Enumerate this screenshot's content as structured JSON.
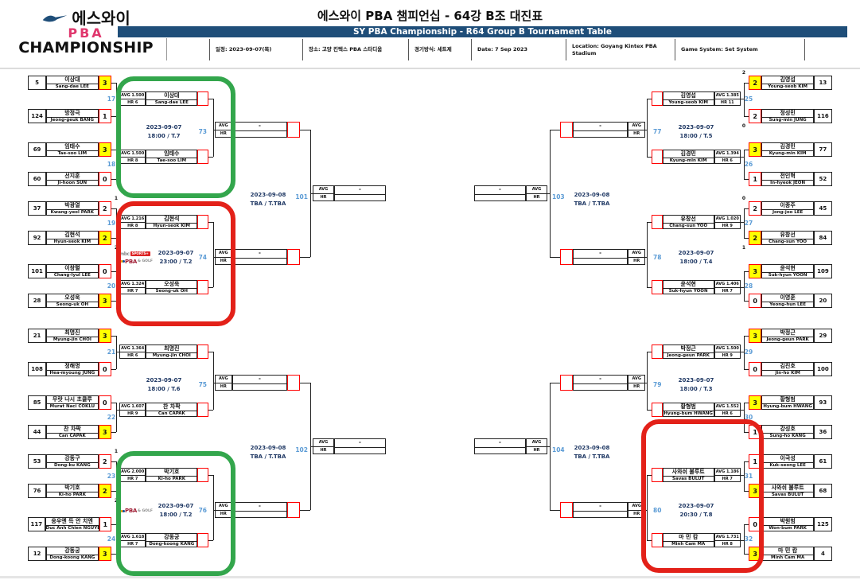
{
  "header": {
    "logo": {
      "line1": "에스와이",
      "line2": "PBA",
      "line3": "CHAMPIONSHIP"
    },
    "title": "에스와이 PBA 챔피언십 - 64강 B조 대진표",
    "subtitle": "SY PBA Championship - R64 Group B Tournament Table",
    "info": [
      "일정: 2023-09-07(목)",
      "장소: 고양 킨텍스 PBA 스타디움",
      "경기방식: 세트제",
      "Date: 7 Sep 2023",
      "Location: Goyang Kintex PBA Stadium",
      "Game System: Set System"
    ]
  },
  "labels": {
    "avg": "AVG",
    "hr": "HR",
    "empty": "-"
  },
  "colors": {
    "header_bar": "#1F4E79",
    "match_number_blue": "#5B9BD5",
    "winner_fill_yellow": "#FFFF00",
    "box_border_red": "#FF0000",
    "highlight_green": "#33A64C",
    "highlight_red": "#E32119",
    "logo_pink": "#E0376D"
  },
  "sponsors": {
    "mbc": {
      "prefix": "mbc",
      "badge": "SPORTS+"
    },
    "pba": {
      "name": "PBA",
      "suffix": "& GOLF"
    }
  },
  "quadrants": [
    {
      "name": "left-top",
      "side": "left",
      "entries": [
        {
          "seed": "5",
          "kor": "이상대",
          "eng": "Sang-dae LEE",
          "score": "3",
          "win": true
        },
        {
          "seed": "124",
          "kor": "방정극",
          "eng": "Jeong-geuk BANG",
          "score": "1",
          "win": false
        },
        {
          "seed": "69",
          "kor": "임태수",
          "eng": "Tae-soo LIM",
          "score": "3",
          "win": true
        },
        {
          "seed": "60",
          "kor": "선지훈",
          "eng": "Ji-hoon SUN",
          "score": "0",
          "win": false
        },
        {
          "seed": "37",
          "kor": "박광열",
          "eng": "Kwang-yeol PARK",
          "score": "2",
          "win": false,
          "so": "1"
        },
        {
          "seed": "92",
          "kor": "김현석",
          "eng": "Hyun-seok KIM",
          "score": "2",
          "win": true,
          "so": "2"
        },
        {
          "seed": "101",
          "kor": "이창렬",
          "eng": "Chang-lyul LEE",
          "score": "0",
          "win": false
        },
        {
          "seed": "28",
          "kor": "오성욱",
          "eng": "Seong-uk OH",
          "score": "3",
          "win": true
        }
      ],
      "r64_matches": [
        {
          "no": "17"
        },
        {
          "no": "18"
        },
        {
          "no": "19"
        },
        {
          "no": "20"
        }
      ],
      "r32_matches": [
        {
          "no": "73",
          "date": "2023-09-07",
          "time": "18:00 / T.7",
          "highlight": "green",
          "logos": [],
          "top": {
            "avg": "AVG 1.500",
            "hr": "HR 6",
            "kor": "이상대",
            "eng": "Sang-dae LEE"
          },
          "bottom": {
            "avg": "AVG 1.500",
            "hr": "HR 8",
            "kor": "임태수",
            "eng": "Tae-soo LIM"
          }
        },
        {
          "no": "74",
          "date": "2023-09-07",
          "time": "23:00 / T.2",
          "highlight": "red",
          "logos": [
            "mbc",
            "pba"
          ],
          "top": {
            "avg": "AVG 1.216",
            "hr": "HR 8",
            "kor": "김현석",
            "eng": "Hyun-seok KIM"
          },
          "bottom": {
            "avg": "AVG 1.324",
            "hr": "HR 7",
            "kor": "오성욱",
            "eng": "Seong-uk OH"
          }
        }
      ],
      "r16_match": {
        "no": "101",
        "date": "2023-09-08",
        "time": "TBA / T.TBA"
      }
    },
    {
      "name": "left-bottom",
      "side": "left",
      "entries": [
        {
          "seed": "21",
          "kor": "최명진",
          "eng": "Myung-jin CHOI",
          "score": "3",
          "win": true
        },
        {
          "seed": "108",
          "kor": "정해명",
          "eng": "Hea-myoung JUNG",
          "score": "0",
          "win": false
        },
        {
          "seed": "85",
          "kor": "무랏 나시 초클루",
          "eng": "Murat Naci COKLU",
          "score": "0",
          "win": false
        },
        {
          "seed": "44",
          "kor": "찬 차팍",
          "eng": "Can CAPAK",
          "score": "3",
          "win": true
        },
        {
          "seed": "53",
          "kor": "강동구",
          "eng": "Dong-ku KANG",
          "score": "2",
          "win": false,
          "so": "1"
        },
        {
          "seed": "76",
          "kor": "박기호",
          "eng": "Ki-ho PARK",
          "score": "2",
          "win": true,
          "so": "2"
        },
        {
          "seed": "117",
          "kor": "응우옌 득 안 치엔",
          "eng": "Duc Anh Chien NGUYEN",
          "score": "1",
          "win": false
        },
        {
          "seed": "12",
          "kor": "강동궁",
          "eng": "Dong-koong KANG",
          "score": "3",
          "win": true
        }
      ],
      "r64_matches": [
        {
          "no": "21"
        },
        {
          "no": "22"
        },
        {
          "no": "23"
        },
        {
          "no": "24"
        }
      ],
      "r32_matches": [
        {
          "no": "75",
          "date": "2023-09-07",
          "time": "18:00 / T.6",
          "highlight": null,
          "logos": [],
          "top": {
            "avg": "AVG 1.364",
            "hr": "HR 6",
            "kor": "최명진",
            "eng": "Myung-jin CHOI"
          },
          "bottom": {
            "avg": "AVG 1.607",
            "hr": "HR 9",
            "kor": "찬 차팍",
            "eng": "Can CAPAK"
          }
        },
        {
          "no": "76",
          "date": "2023-09-07",
          "time": "18:00 / T.2",
          "highlight": "green",
          "logos": [
            "pba"
          ],
          "top": {
            "avg": "AVG 2.000",
            "hr": "HR 7",
            "kor": "박기호",
            "eng": "Ki-ho PARK"
          },
          "bottom": {
            "avg": "AVG 1.618",
            "hr": "HR 7",
            "kor": "강동궁",
            "eng": "Dong-koong KANG"
          }
        }
      ],
      "r16_match": {
        "no": "102",
        "date": "2023-09-08",
        "time": "TBA / T.TBA"
      }
    },
    {
      "name": "right-top",
      "side": "right",
      "entries": [
        {
          "seed": "13",
          "kor": "김영섭",
          "eng": "Young-seob KIM",
          "score": "2",
          "win": true,
          "so": "2"
        },
        {
          "seed": "116",
          "kor": "정성민",
          "eng": "Sung-min JUNG",
          "score": "2",
          "win": false,
          "so": "0"
        },
        {
          "seed": "77",
          "kor": "김경민",
          "eng": "Kyung-min KIM",
          "score": "3",
          "win": true
        },
        {
          "seed": "52",
          "kor": "전인혁",
          "eng": "In-hyeok JEON",
          "score": "1",
          "win": false
        },
        {
          "seed": "45",
          "kor": "이종주",
          "eng": "Jong-joo LEE",
          "score": "2",
          "win": false,
          "so": "0"
        },
        {
          "seed": "84",
          "kor": "유창선",
          "eng": "Chang-sun YOO",
          "score": "2",
          "win": true,
          "so": "1"
        },
        {
          "seed": "109",
          "kor": "윤석현",
          "eng": "Suk-hyun YOON",
          "score": "3",
          "win": true
        },
        {
          "seed": "20",
          "kor": "이영훈",
          "eng": "Yeong-hun LEE",
          "score": "0",
          "win": false
        }
      ],
      "r64_matches": [
        {
          "no": "25"
        },
        {
          "no": "26"
        },
        {
          "no": "27"
        },
        {
          "no": "28"
        }
      ],
      "r32_matches": [
        {
          "no": "77",
          "date": "2023-09-07",
          "time": "18:00 / T.5",
          "highlight": null,
          "logos": [],
          "top": {
            "avg": "AVG 1.385",
            "hr": "HR 11",
            "kor": "김영섭",
            "eng": "Young-seob KIM"
          },
          "bottom": {
            "avg": "AVG 1.394",
            "hr": "HR 6",
            "kor": "김경민",
            "eng": "Kyung-min KIM"
          }
        },
        {
          "no": "78",
          "date": "2023-09-07",
          "time": "18:00 / T.4",
          "highlight": null,
          "logos": [],
          "top": {
            "avg": "AVG 1.020",
            "hr": "HR 9",
            "kor": "유창선",
            "eng": "Chang-sun YOO"
          },
          "bottom": {
            "avg": "AVG 1.406",
            "hr": "HR 7",
            "kor": "윤석현",
            "eng": "Suk-hyun YOON"
          }
        }
      ],
      "r16_match": {
        "no": "103",
        "date": "2023-09-08",
        "time": "TBA / T.TBA"
      }
    },
    {
      "name": "right-bottom",
      "side": "right",
      "entries": [
        {
          "seed": "29",
          "kor": "박정근",
          "eng": "Jeong-geun PARK",
          "score": "3",
          "win": true
        },
        {
          "seed": "100",
          "kor": "김진호",
          "eng": "Jin-ho KIM",
          "score": "0",
          "win": false
        },
        {
          "seed": "93",
          "kor": "황형범",
          "eng": "Hyung-bum HWANG",
          "score": "3",
          "win": true
        },
        {
          "seed": "36",
          "kor": "강성호",
          "eng": "Sung-ho KANG",
          "score": "1",
          "win": false
        },
        {
          "seed": "61",
          "kor": "이국성",
          "eng": "Kuk-seong LEE",
          "score": "1",
          "win": false
        },
        {
          "seed": "68",
          "kor": "사와쉬 불루트",
          "eng": "Savas BULUT",
          "score": "3",
          "win": true
        },
        {
          "seed": "125",
          "kor": "박원범",
          "eng": "Won-bum PARK",
          "score": "0",
          "win": false
        },
        {
          "seed": "4",
          "kor": "마 민 캄",
          "eng": "Minh Cam MA",
          "score": "3",
          "win": true
        }
      ],
      "r64_matches": [
        {
          "no": "29"
        },
        {
          "no": "30"
        },
        {
          "no": "31"
        },
        {
          "no": "32"
        }
      ],
      "r32_matches": [
        {
          "no": "79",
          "date": "2023-09-07",
          "time": "18:00 / T.3",
          "highlight": null,
          "logos": [],
          "top": {
            "avg": "AVG 1.500",
            "hr": "HR 9",
            "kor": "박정근",
            "eng": "Jeong-geun PARK"
          },
          "bottom": {
            "avg": "AVG 1.552",
            "hr": "HR 6",
            "kor": "황형범",
            "eng": "Hyung-bum HWANG"
          }
        },
        {
          "no": "80",
          "date": "2023-09-07",
          "time": "20:30 / T.8",
          "highlight": "red",
          "logos": [],
          "top": {
            "avg": "AVG 1.186",
            "hr": "HR 7",
            "kor": "사와쉬 불루트",
            "eng": "Savas BULUT"
          },
          "bottom": {
            "avg": "AVG 1.731",
            "hr": "HR 8",
            "kor": "마 민 캄",
            "eng": "Minh Cam MA"
          }
        }
      ],
      "r16_match": {
        "no": "104",
        "date": "2023-09-08",
        "time": "TBA / T.TBA"
      }
    }
  ]
}
